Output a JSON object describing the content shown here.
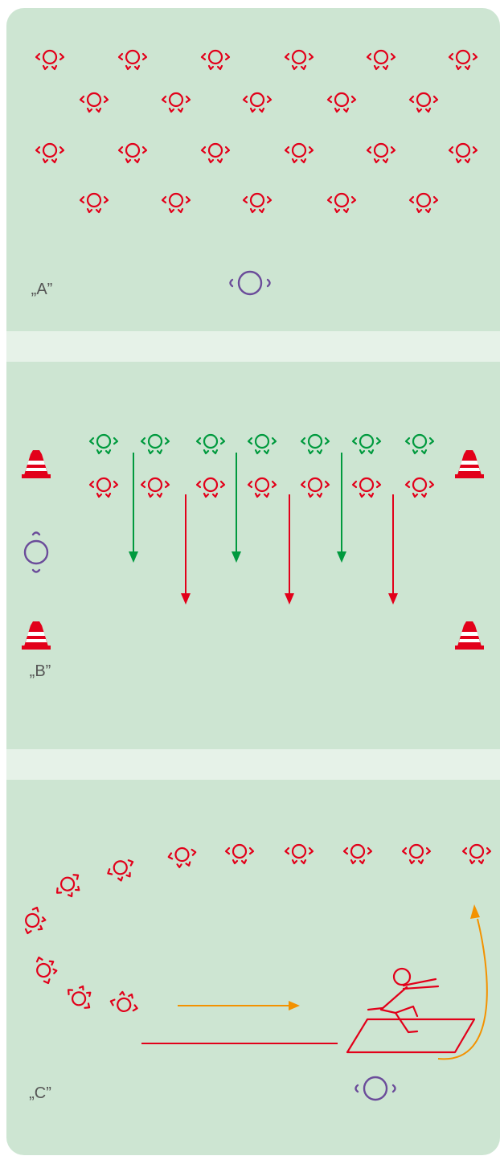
{
  "colors": {
    "field": "#cde5d2",
    "divider": "#e6f2e8",
    "red": "#e2001a",
    "green": "#009a3e",
    "purple": "#6b4c9a",
    "orange": "#f39200",
    "cone_stripe": "#ffffff"
  },
  "panels": [
    {
      "id": "A",
      "label": "„A”"
    },
    {
      "id": "B",
      "label": "„B”"
    },
    {
      "id": "C",
      "label": "„C”"
    }
  ],
  "icons": {
    "player": "player-icon",
    "coach": "coach-icon",
    "cone": "cone-icon",
    "mat": "mat-icon",
    "jumper": "jumper-figure-icon"
  }
}
